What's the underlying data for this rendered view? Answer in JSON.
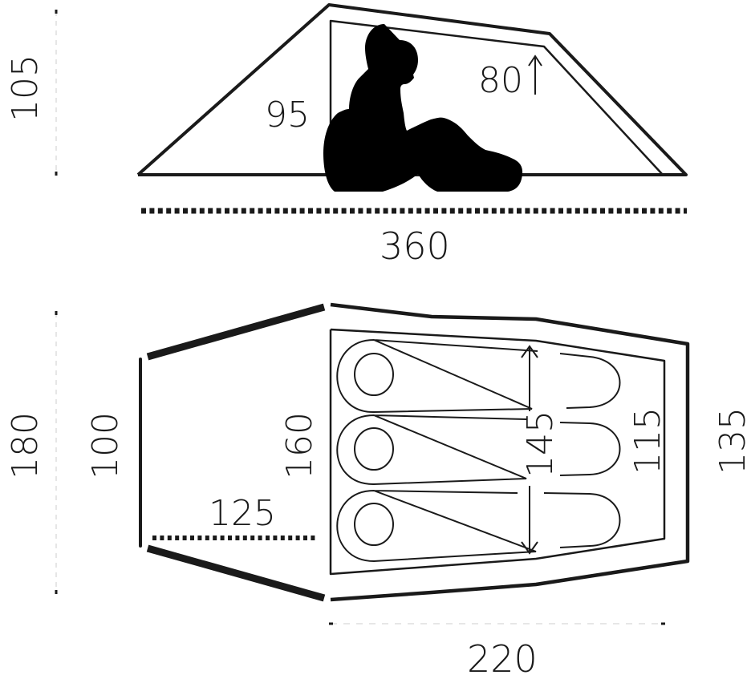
{
  "diagram": {
    "type": "tent-dimension-drawing",
    "colors": {
      "line": "#1a1a1a",
      "silhouette": "#000000",
      "background": "#ffffff",
      "dash": "#cccccc"
    },
    "side_view": {
      "labels": {
        "total_height": "105",
        "inner_front_height": "95",
        "inner_rear_height": "80",
        "total_length": "360"
      },
      "arrow_glyph": "↑"
    },
    "floor_plan": {
      "labels": {
        "total_width": "180",
        "vestibule_front_width": "100",
        "inner_front_width": "160",
        "vestibule_depth": "125",
        "sleeping_width": "145",
        "inner_rear_width": "115",
        "outer_rear_width": "135",
        "inner_length": "220"
      },
      "sleeping_bags": 3
    }
  }
}
